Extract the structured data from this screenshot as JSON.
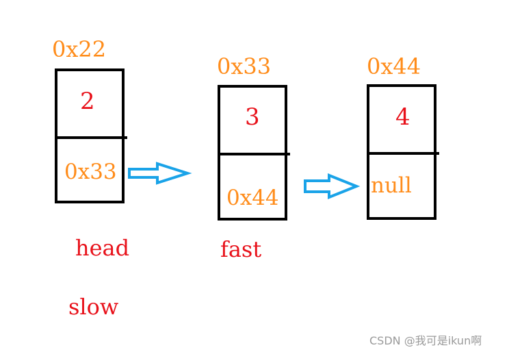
{
  "nodes": [
    {
      "address": "0x22",
      "value": "2",
      "next": "0x33"
    },
    {
      "address": "0x33",
      "value": "3",
      "next": "0x44"
    },
    {
      "address": "0x44",
      "value": "4",
      "next": "null"
    }
  ],
  "labels": {
    "head": "head",
    "slow": "slow",
    "fast": "fast"
  },
  "watermark": "CSDN @我可是ikun啊",
  "colors": {
    "address": "#ff8c1a",
    "value": "#e8111a",
    "label": "#e8111a",
    "arrow": "#1aa3e8",
    "border": "#000000"
  }
}
